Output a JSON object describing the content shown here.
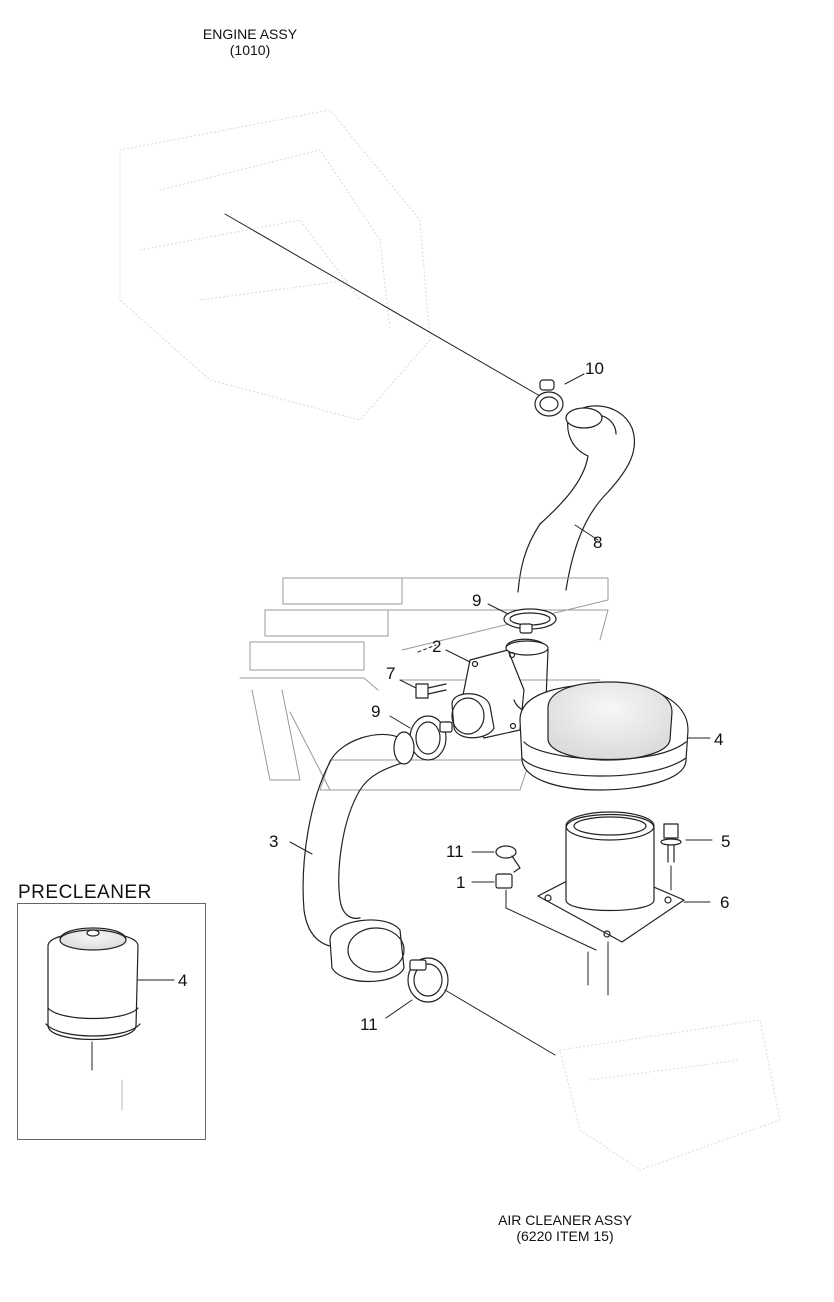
{
  "top_caption": {
    "title": "ENGINE ASSY",
    "code": "(1010)"
  },
  "bottom_caption": {
    "title": "AIR CLEANER ASSY",
    "code": "(6220 ITEM 15)"
  },
  "precleaner": {
    "title": "PRECLEANER",
    "label": "4"
  },
  "callouts": {
    "c10": "10",
    "c8": "8",
    "c9_upper": "9",
    "c2": "2",
    "c7": "7",
    "c9_lower": "9",
    "c4": "4",
    "c3": "3",
    "c11_upper": "11",
    "c1": "1",
    "c5": "5",
    "c6": "6",
    "c11_lower": "11"
  }
}
